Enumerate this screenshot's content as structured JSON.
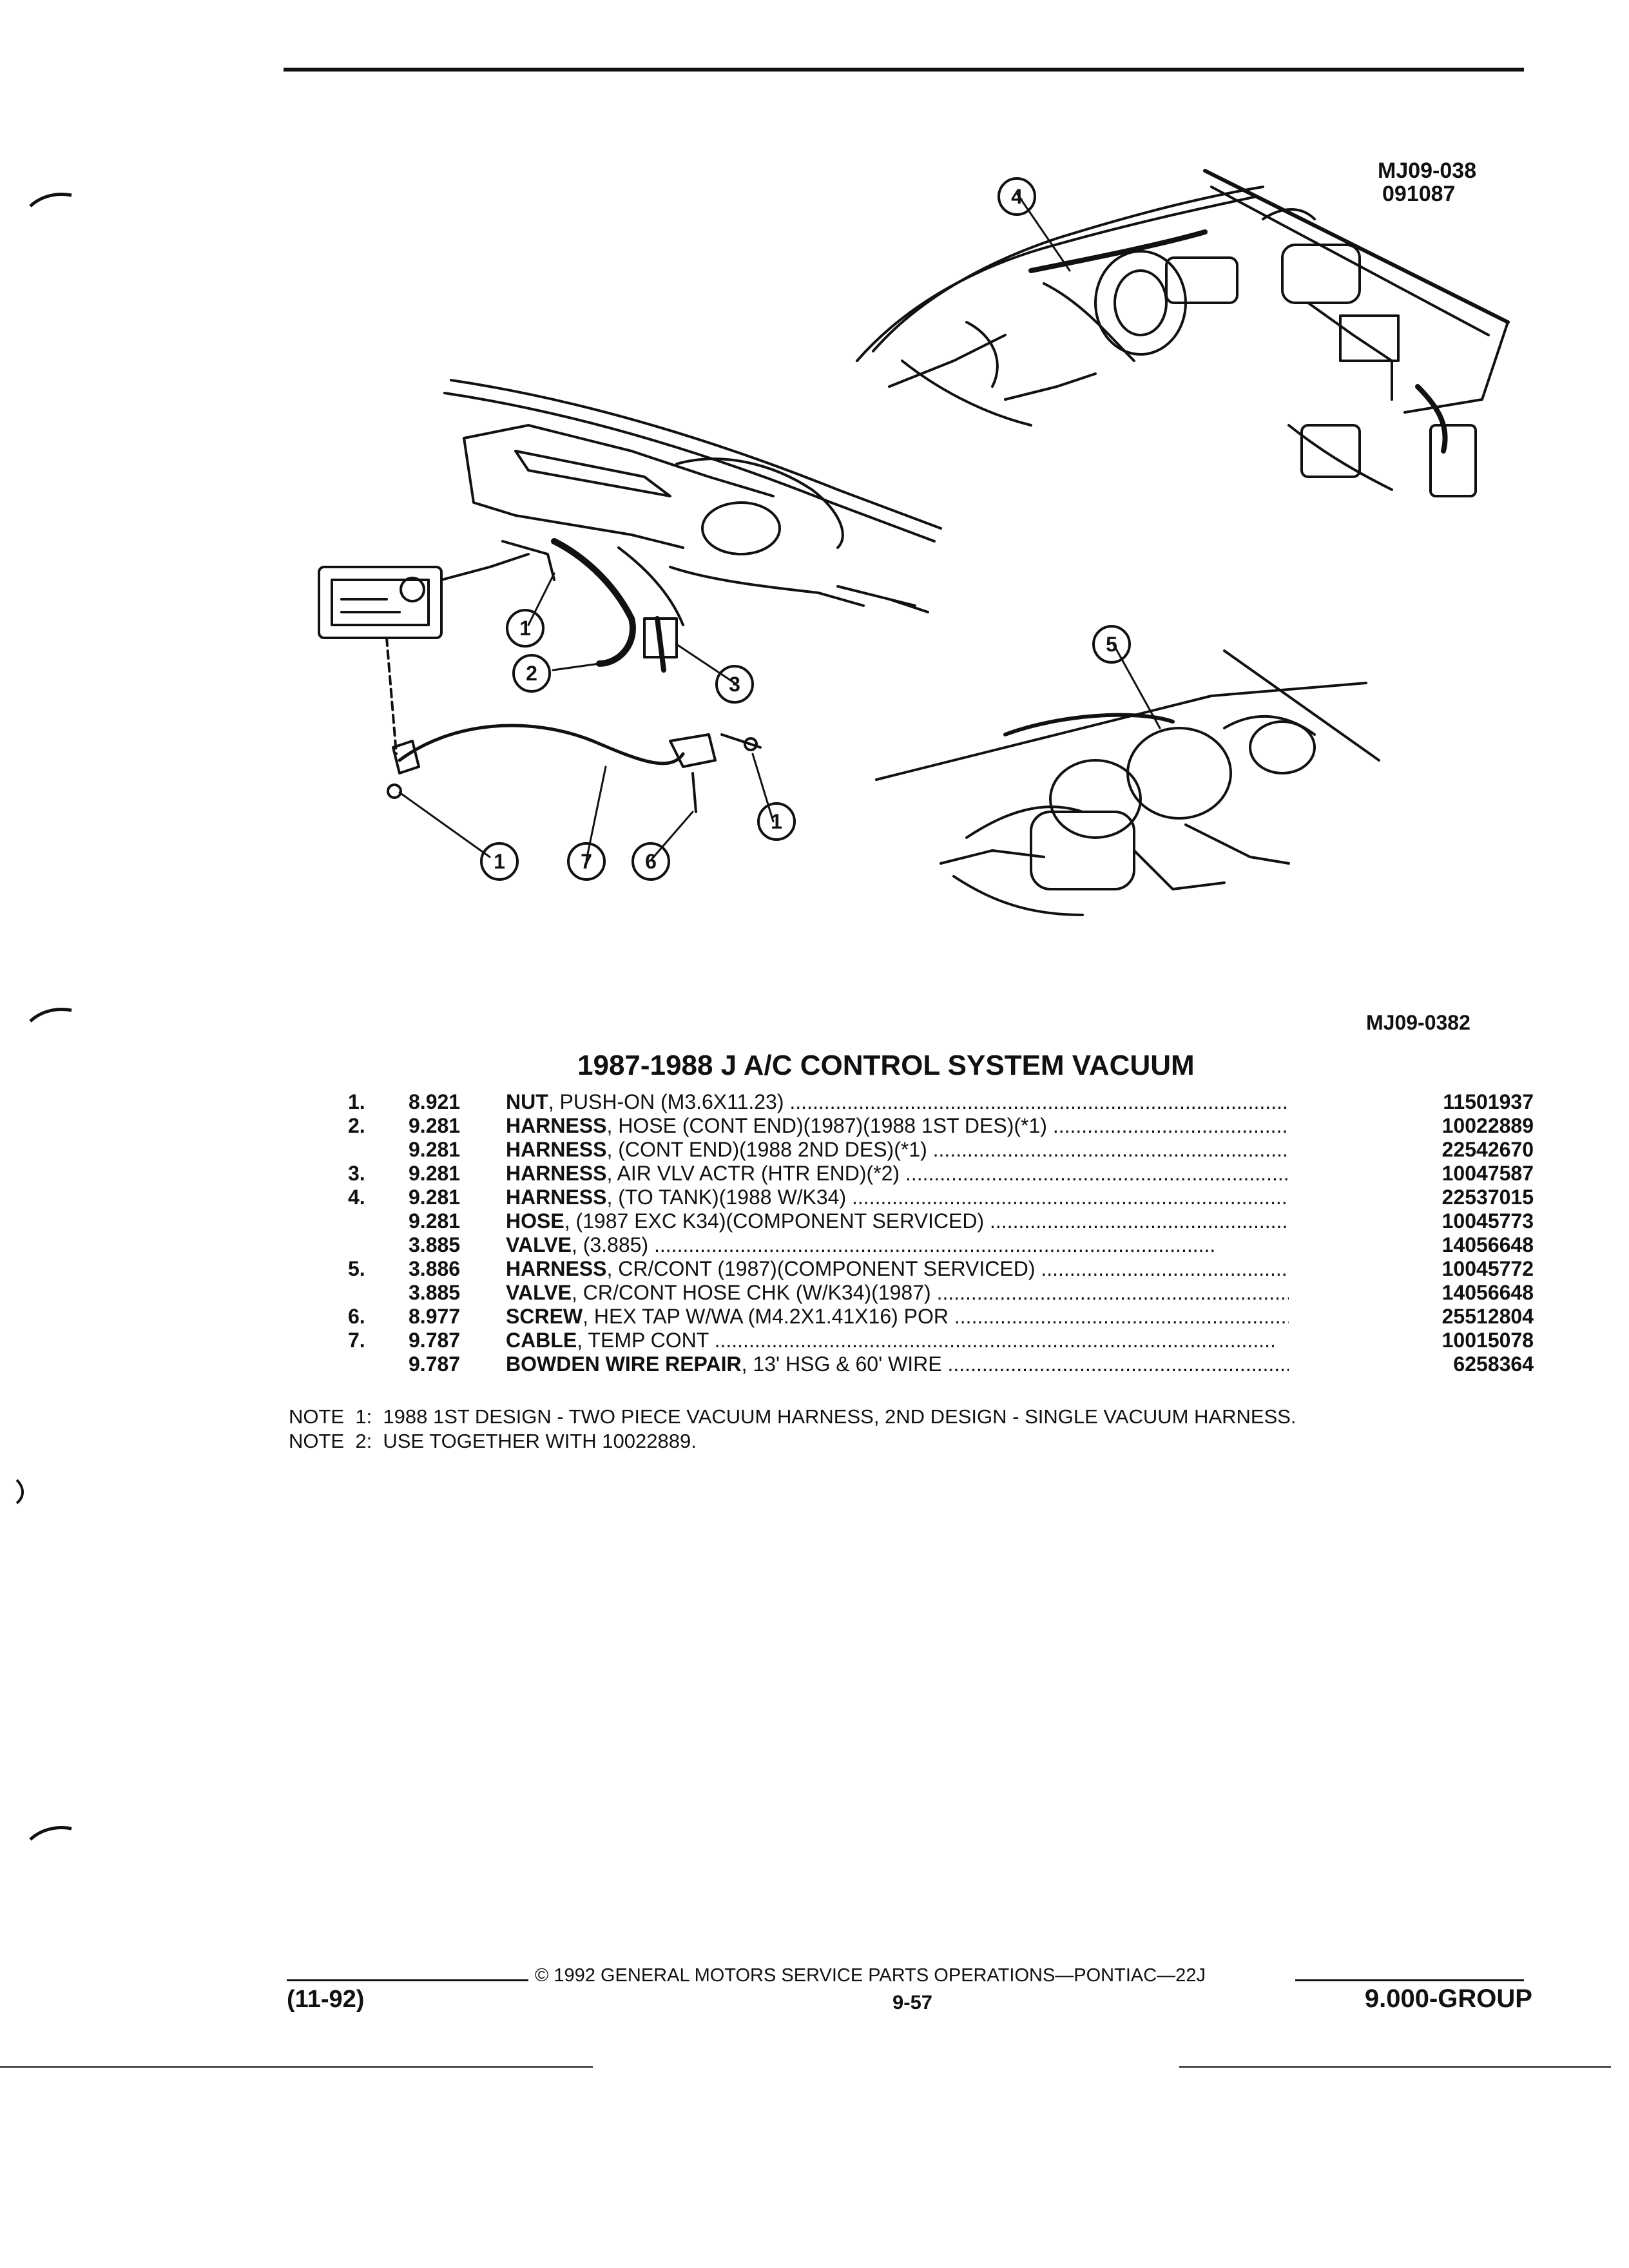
{
  "figure_ids": {
    "top": "MJ09-038",
    "top_date": "091087",
    "bottom": "MJ09-0382"
  },
  "callouts": [
    "1",
    "2",
    "3",
    "4",
    "5",
    "6",
    "7"
  ],
  "title": "1987-1988 J A/C CONTROL SYSTEM VACUUM",
  "parts": [
    {
      "index": "1.",
      "group": "8.921",
      "name": "NUT",
      "detail": ", PUSH-ON (M3.6X11.23)",
      "part_number": "11501937"
    },
    {
      "index": "2.",
      "group": "9.281",
      "name": "HARNESS",
      "detail": ", HOSE (CONT END)(1987)(1988 1ST DES)(*1)",
      "part_number": "10022889"
    },
    {
      "index": "",
      "group": "9.281",
      "name": "HARNESS",
      "detail": ", (CONT END)(1988 2ND DES)(*1)",
      "part_number": "22542670"
    },
    {
      "index": "3.",
      "group": "9.281",
      "name": "HARNESS",
      "detail": ", AIR VLV ACTR (HTR END)(*2)",
      "part_number": "10047587"
    },
    {
      "index": "4.",
      "group": "9.281",
      "name": "HARNESS",
      "detail": ", (TO TANK)(1988 W/K34)",
      "part_number": "22537015"
    },
    {
      "index": "",
      "group": "9.281",
      "name": "HOSE",
      "detail": ", (1987 EXC K34)(COMPONENT SERVICED)",
      "part_number": "10045773"
    },
    {
      "index": "",
      "group": "3.885",
      "name": "VALVE",
      "detail": ", (3.885)",
      "part_number": "14056648"
    },
    {
      "index": "5.",
      "group": "3.886",
      "name": "HARNESS",
      "detail": ", CR/CONT (1987)(COMPONENT SERVICED)",
      "part_number": "10045772"
    },
    {
      "index": "",
      "group": "3.885",
      "name": "VALVE",
      "detail": ", CR/CONT HOSE CHK (W/K34)(1987)",
      "part_number": "14056648"
    },
    {
      "index": "6.",
      "group": "8.977",
      "name": "SCREW",
      "detail": ", HEX TAP W/WA (M4.2X1.41X16) POR",
      "part_number": "25512804"
    },
    {
      "index": "7.",
      "group": "9.787",
      "name": "CABLE",
      "detail": ", TEMP CONT",
      "part_number": "10015078"
    },
    {
      "index": "",
      "group": "9.787",
      "name": "BOWDEN WIRE REPAIR",
      "detail": ", 13' HSG & 60' WIRE",
      "part_number": "6258364"
    }
  ],
  "notes": [
    "NOTE  1:  1988 1ST DESIGN - TWO PIECE VACUUM HARNESS, 2ND DESIGN - SINGLE VACUUM HARNESS.",
    "NOTE  2:  USE TOGETHER WITH 10022889."
  ],
  "footer": {
    "copyright": "© 1992  GENERAL MOTORS SERVICE PARTS OPERATIONS—PONTIAC—22J",
    "date": "(11-92)",
    "page": "9-57",
    "group": "9.000-GROUP"
  }
}
